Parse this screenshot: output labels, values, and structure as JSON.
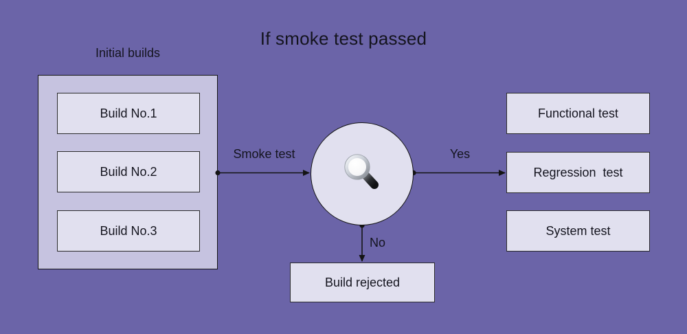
{
  "title": "If smoke test passed",
  "colors": {
    "background": "#6B64A8",
    "group_fill": "#C6C3E0",
    "node_fill": "#E1E0EF",
    "line": "#141414",
    "text": "#14141E"
  },
  "initial_builds": {
    "label": "Initial builds",
    "builds": [
      {
        "label": "Build No.1"
      },
      {
        "label": "Build No.2"
      },
      {
        "label": "Build No.3"
      }
    ]
  },
  "decision": {
    "icon": "magnifying-glass-icon"
  },
  "edges": [
    {
      "id": "smoke",
      "label": "Smoke test"
    },
    {
      "id": "yes",
      "label": "Yes"
    },
    {
      "id": "no",
      "label": "No"
    }
  ],
  "outcomes": {
    "targets": [
      {
        "label": "Functional test"
      },
      {
        "label": "Regression  test"
      },
      {
        "label": "System test"
      }
    ],
    "rejected": {
      "label": "Build rejected"
    }
  }
}
